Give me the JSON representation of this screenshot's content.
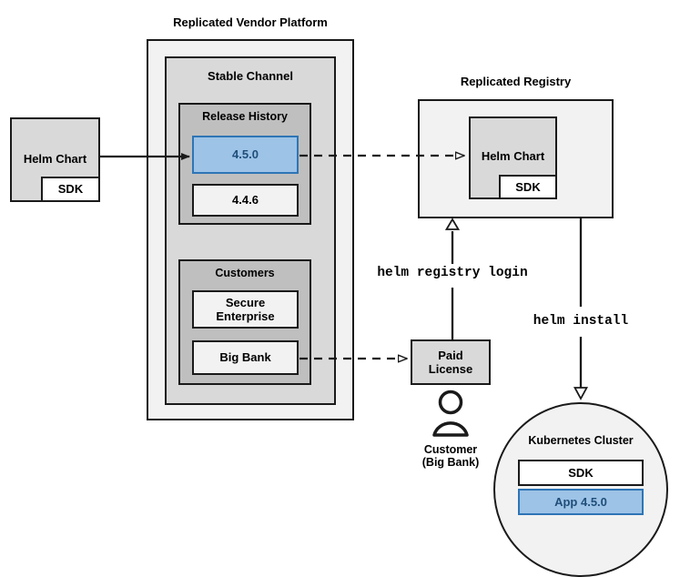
{
  "diagram": {
    "title_outer": "Replicated Vendor Platform",
    "title_registry": "Replicated Registry"
  },
  "colors": {
    "outer_fill": "#f2f2f2",
    "channel_fill": "#d9d9d9",
    "group_fill": "#bfbfbf",
    "node_fill": "#f2f2f2",
    "chart_fill": "#d9d9d9",
    "accent_blue_fill": "#9dc3e6",
    "accent_blue_stroke": "#2e75b6",
    "accent_blue_text": "#1f4e79",
    "stroke": "#1a1a1a",
    "white": "#ffffff"
  },
  "vendor_platform": {
    "label": "Replicated Vendor Platform",
    "stable_channel": {
      "label": "Stable Channel",
      "release_history": {
        "label": "Release History",
        "releases": [
          {
            "version": "4.5.0",
            "highlighted": true
          },
          {
            "version": "4.4.6",
            "highlighted": false
          }
        ]
      },
      "customers": {
        "label": "Customers",
        "entries": [
          {
            "name": "Secure\nEnterprise"
          },
          {
            "name": "Big Bank"
          }
        ]
      }
    }
  },
  "source_chart": {
    "label": "Helm Chart",
    "sdk_label": "SDK"
  },
  "registry": {
    "label": "Replicated Registry",
    "chart_label": "Helm Chart",
    "sdk_label": "SDK"
  },
  "license": {
    "label": "Paid\nLicense"
  },
  "customer_actor": {
    "label": "Customer\n(Big Bank)",
    "icon": "person-icon"
  },
  "cluster": {
    "label": "Kubernetes Cluster",
    "items": [
      {
        "label": "SDK",
        "highlighted": false
      },
      {
        "label": "App 4.5.0",
        "highlighted": true
      }
    ]
  },
  "commands": {
    "registry_login": "helm registry login",
    "helm_install": "helm install"
  },
  "edges": [
    {
      "name": "chart-to-release",
      "style": "solid",
      "from": "source-helm-chart",
      "to": "release-4-5-0"
    },
    {
      "name": "release-to-registry",
      "style": "dashed",
      "from": "release-4-5-0",
      "to": "registry-helm-chart"
    },
    {
      "name": "bigbank-to-license",
      "style": "dashed",
      "from": "customer-big-bank",
      "to": "paid-license"
    },
    {
      "name": "license-to-registry",
      "style": "solid",
      "from": "paid-license",
      "to": "replicated-registry",
      "label": "helm registry login"
    },
    {
      "name": "registry-to-cluster",
      "style": "solid",
      "from": "replicated-registry",
      "to": "kubernetes-cluster",
      "label": "helm install"
    }
  ]
}
